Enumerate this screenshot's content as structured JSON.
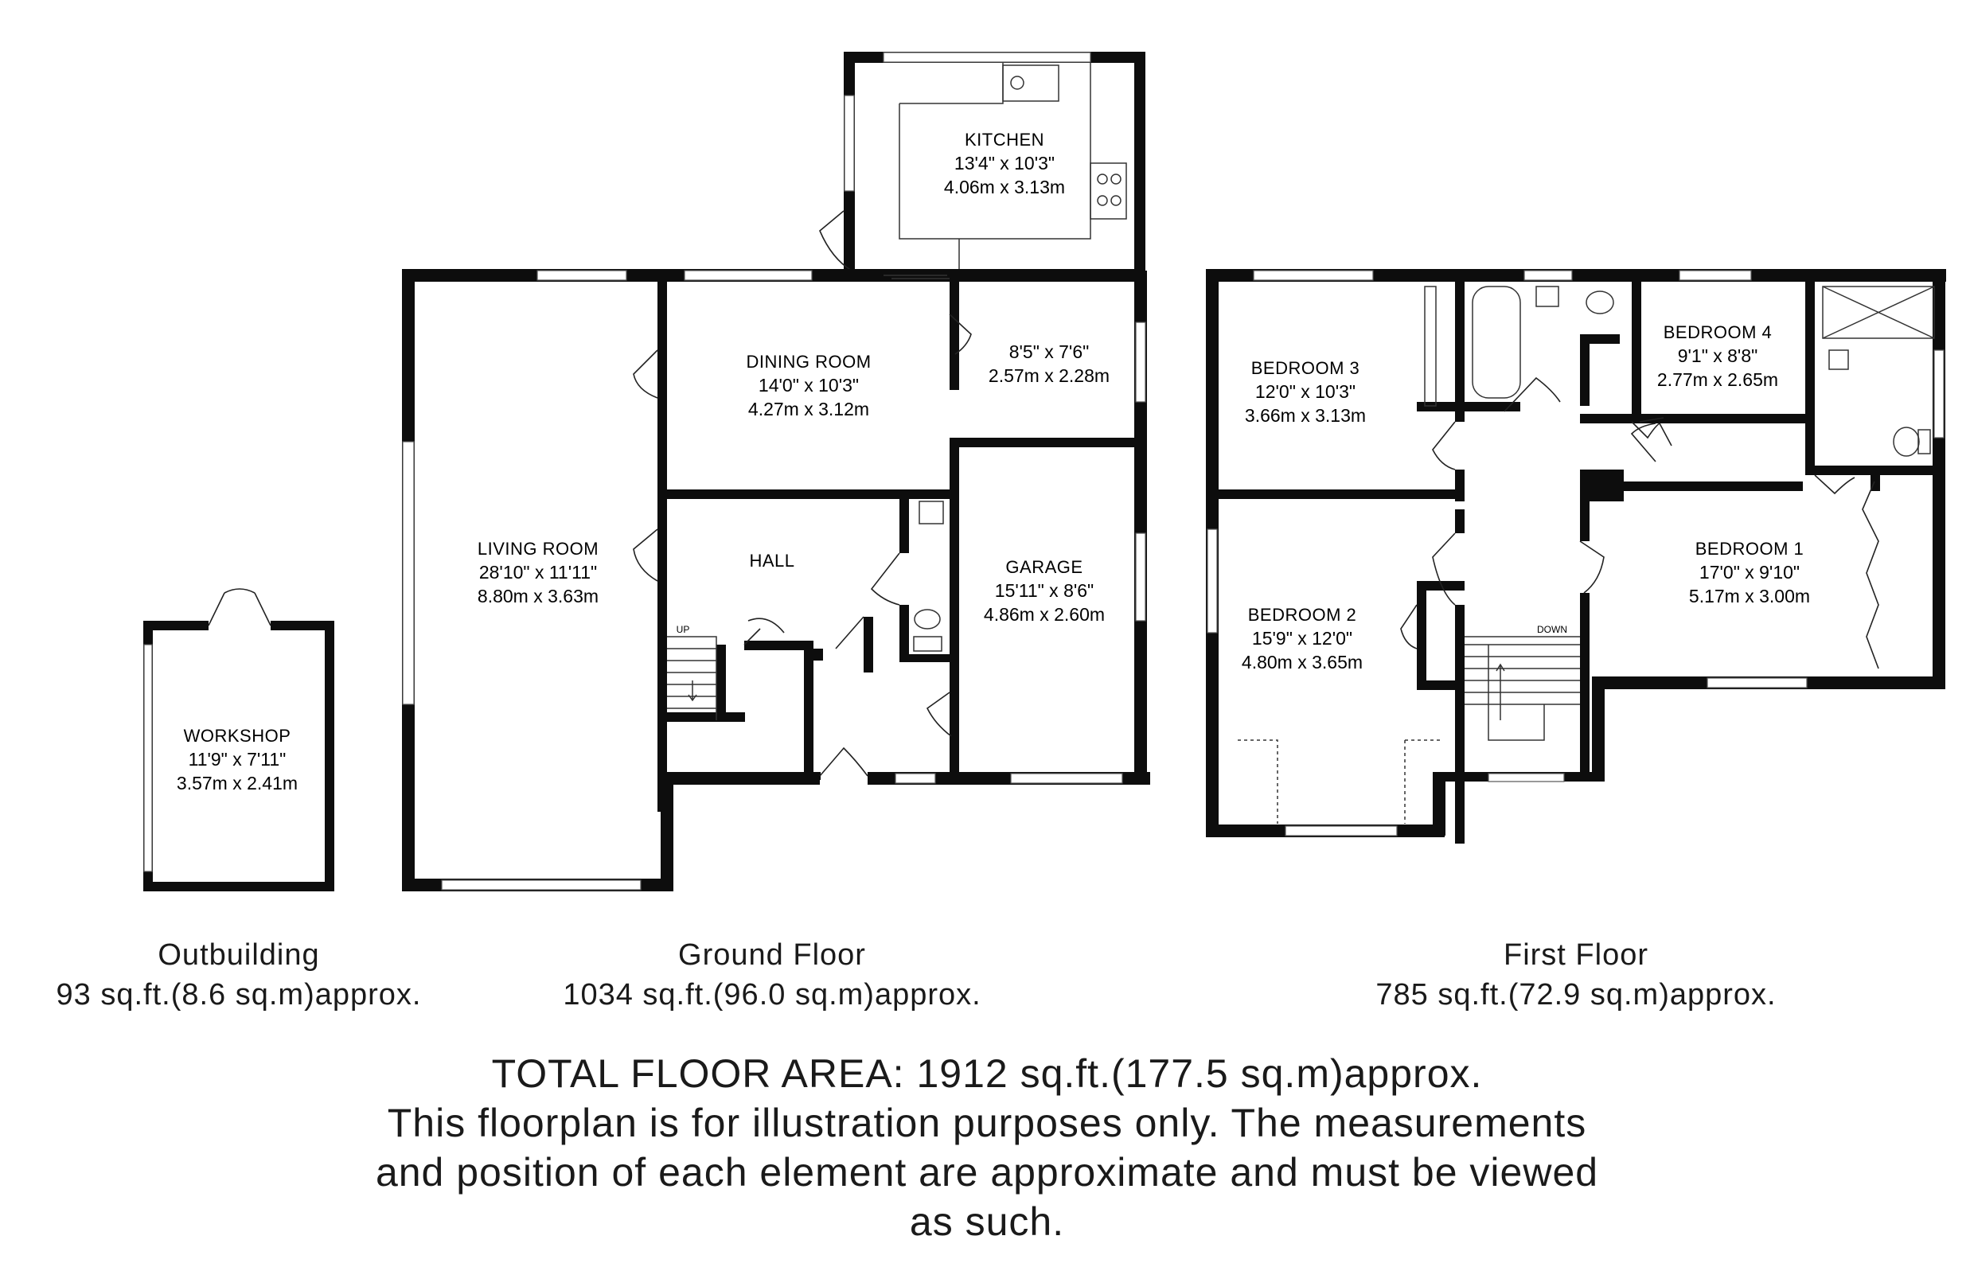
{
  "floors": {
    "outbuilding": {
      "title": "Outbuilding",
      "area": "93 sq.ft.(8.6 sq.m)approx.",
      "rooms": [
        {
          "name": "WORKSHOP",
          "imperial": "11'9\" x 7'11\"",
          "metric": "3.57m x 2.41m"
        }
      ]
    },
    "ground": {
      "title": "Ground Floor",
      "area": "1034 sq.ft.(96.0 sq.m)approx.",
      "rooms": [
        {
          "name": "KITCHEN",
          "imperial": "13'4\" x 10'3\"",
          "metric": "4.06m x 3.13m"
        },
        {
          "name": "DINING ROOM",
          "imperial": "14'0\" x 10'3\"",
          "metric": "4.27m x 3.12m"
        },
        {
          "name": "",
          "imperial": "8'5\" x 7'6\"",
          "metric": "2.57m x 2.28m"
        },
        {
          "name": "LIVING ROOM",
          "imperial": "28'10\" x 11'11\"",
          "metric": "8.80m x 3.63m"
        },
        {
          "name": "HALL",
          "imperial": "",
          "metric": ""
        },
        {
          "name": "GARAGE",
          "imperial": "15'11\" x 8'6\"",
          "metric": "4.86m x 2.60m"
        }
      ],
      "stair_label": "UP"
    },
    "first": {
      "title": "First Floor",
      "area": "785 sq.ft.(72.9 sq.m)approx.",
      "rooms": [
        {
          "name": "BEDROOM 3",
          "imperial": "12'0\" x 10'3\"",
          "metric": "3.66m x 3.13m"
        },
        {
          "name": "BEDROOM 4",
          "imperial": "9'1\" x 8'8\"",
          "metric": "2.77m x 2.65m"
        },
        {
          "name": "BEDROOM 2",
          "imperial": "15'9\" x 12'0\"",
          "metric": "4.80m x 3.65m"
        },
        {
          "name": "BEDROOM 1",
          "imperial": "17'0\" x 9'10\"",
          "metric": "5.17m x 3.00m"
        }
      ],
      "stair_label": "DOWN"
    }
  },
  "total": {
    "line1": "TOTAL FLOOR AREA: 1912 sq.ft.(177.5 sq.m)approx.",
    "line2": "This floorplan is for illustration purposes only. The measurements",
    "line3": "and position of each element are approximate and must be viewed",
    "line4": "as such."
  }
}
